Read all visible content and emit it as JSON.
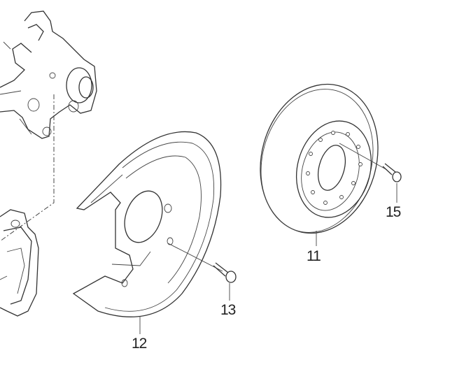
{
  "diagram": {
    "callouts": [
      {
        "id": "brake-disc",
        "label": "11"
      },
      {
        "id": "splash-shield",
        "label": "12"
      },
      {
        "id": "shield-bolt",
        "label": "13"
      },
      {
        "id": "disc-screw",
        "label": "15"
      }
    ]
  }
}
